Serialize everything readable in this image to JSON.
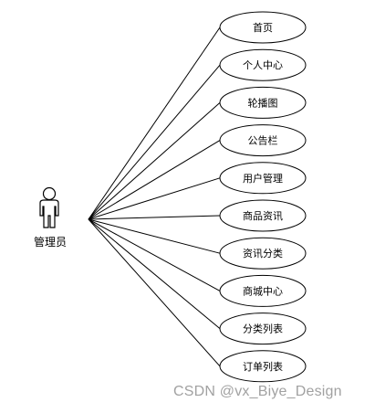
{
  "actor": {
    "label": "管理员"
  },
  "use_cases": [
    {
      "id": "home",
      "label": "首页"
    },
    {
      "id": "personal-center",
      "label": "个人中心"
    },
    {
      "id": "carousel",
      "label": "轮播图"
    },
    {
      "id": "notice-board",
      "label": "公告栏"
    },
    {
      "id": "user-management",
      "label": "用户管理"
    },
    {
      "id": "product-info",
      "label": "商品资讯"
    },
    {
      "id": "info-category",
      "label": "资讯分类"
    },
    {
      "id": "mall-center",
      "label": "商城中心"
    },
    {
      "id": "category-list",
      "label": "分类列表"
    },
    {
      "id": "order-list",
      "label": "订单列表"
    }
  ],
  "watermark": "CSDN @vx_Biye_Design",
  "colors": {
    "stroke": "#000000",
    "fill": "#ffffff",
    "watermark": "#8a8a8a"
  }
}
